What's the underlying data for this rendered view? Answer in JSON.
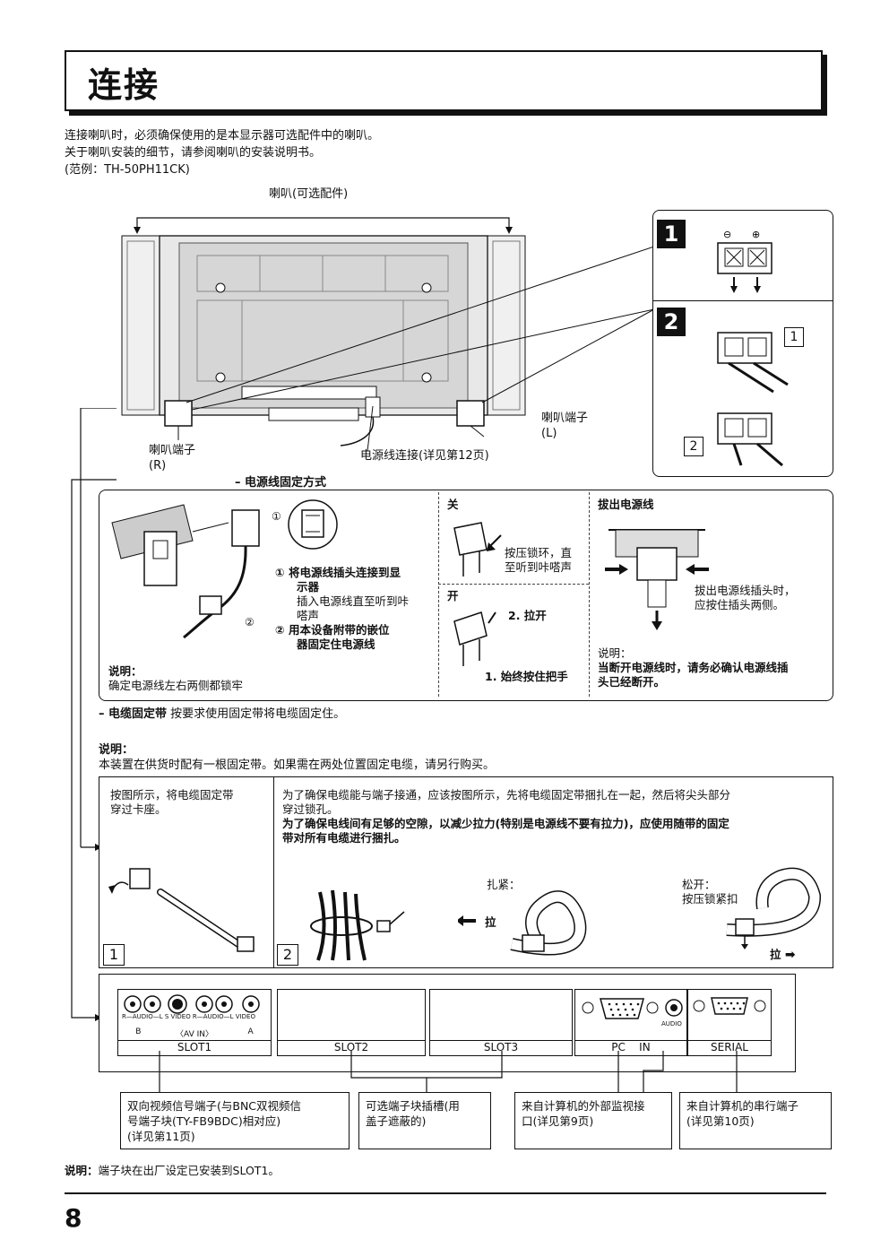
{
  "header": {
    "title": "连接"
  },
  "intro": {
    "line1": "连接喇叭时，必须确保使用的是本显示器可选配件中的喇叭。",
    "line2": "关于喇叭安装的细节，请参阅喇叭的安装说明书。",
    "line3": "(范例：TH-50PH11CK)"
  },
  "rear_diagram": {
    "speaker_label": "喇叭(可选配件)",
    "terminal_r_line1": "喇叭端子",
    "terminal_r_line2": "(R)",
    "terminal_l_line1": "喇叭端子",
    "terminal_l_line2": "(L)",
    "power_label": "电源线连接(详见第12页)"
  },
  "speaker_steps": {
    "step1": "1",
    "step2": "2",
    "sub1": "1",
    "sub2": "2"
  },
  "power_fix": {
    "heading": "– 电源线固定方式",
    "item1_num": "①",
    "item1_title_line1": "将电源线插头连接到显",
    "item1_title_line2": "示器",
    "item1_text_line1": "插入电源线直至听到咔",
    "item1_text_line2": "嗒声",
    "item2_num": "②",
    "item2_title_line1": "用本设备附带的嵌位",
    "item2_title_line2": "器固定住电源线",
    "callout1": "①",
    "callout2": "②",
    "note_title": "说明：",
    "note_text": "确定电源线左右两侧都锁牢",
    "close_label": "关",
    "close_text_line1": "按压锁环，直",
    "close_text_line2": "至听到咔嗒声",
    "open_label": "开",
    "open_step2": "2. 拉开",
    "open_step1": "1. 始终按住把手",
    "unplug_title": "拔出电源线",
    "unplug_text_line1": "拔出电源线插头时，",
    "unplug_text_line2": "应按住插头两侧。",
    "unplug_note_title": "说明：",
    "unplug_note_line1": "当断开电源线时，请务必确认电源线插",
    "unplug_note_line2": "头已经断开。"
  },
  "cable_band": {
    "heading_bold": "– 电缆固定带",
    "heading_text": "按要求使用固定带将电缆固定住。",
    "note_title": "说明：",
    "note_text": "本装置在供货时配有一根固定带。如果需在两处位置固定电缆，请另行购买。",
    "left_text_line1": "按图所示，将电缆固定带",
    "left_text_line2": "穿过卡座。",
    "right_text_line1": "为了确保电缆能与端子接通，应该按图所示，先将电缆固定带捆扎在一起，然后将尖头部分",
    "right_text_line2": "穿过锁孔。",
    "right_bold_line1": "为了确保电线间有足够的空隙，以减少拉力(特别是电源线不要有拉力)，应使用随带的固定",
    "right_bold_line2": "带对所有电缆进行捆扎。",
    "tighten_label": "扎紧：",
    "pull_left": "拉",
    "loosen_label": "松开：",
    "loosen_text": "按压锁紧扣",
    "pull_right": "拉",
    "box1": "1",
    "box2": "2"
  },
  "terminals": {
    "slot1_label": "SLOT1",
    "slot2_label": "SLOT2",
    "slot3_label": "SLOT3",
    "pc_label": "PC    IN",
    "serial_label": "SERIAL",
    "av_row": "R—AUDIO—L  S VIDEO  R—AUDIO—L  VIDEO",
    "av_b": "B",
    "av_in": "〈AV IN〉",
    "av_a": "A",
    "audio_label": "AUDIO"
  },
  "descriptions": {
    "d1_line1": "双向视频信号端子(与BNC双视频信",
    "d1_line2": "号端子块(TY-FB9BDC)相对应)",
    "d1_line3": "(详见第11页)",
    "d2_line1": "可选端子块插槽(用",
    "d2_line2": "盖子遮蔽的)",
    "d3_line1": "来自计算机的外部监视接",
    "d3_line2": "口(详见第9页)",
    "d4_line1": "来自计算机的串行端子",
    "d4_line2": "(详见第10页)"
  },
  "footer": {
    "note_bold": "说明：",
    "note_text": "端子块在出厂设定已安装到SLOT1。",
    "page_number": "8"
  }
}
